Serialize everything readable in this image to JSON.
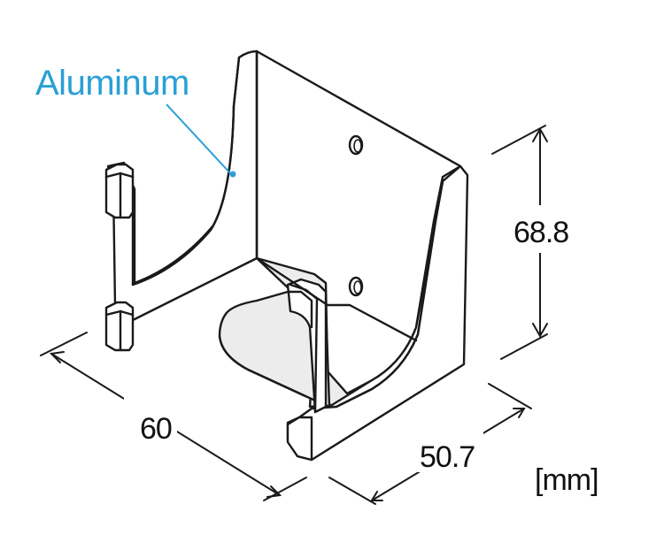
{
  "callout": {
    "material": "Aluminum",
    "color": "#2a9fd6"
  },
  "dimensions": {
    "width": "60",
    "depth": "50.7",
    "height": "68.8",
    "unit": "[mm]"
  },
  "icons": {
    "part": "bracket-icon"
  }
}
